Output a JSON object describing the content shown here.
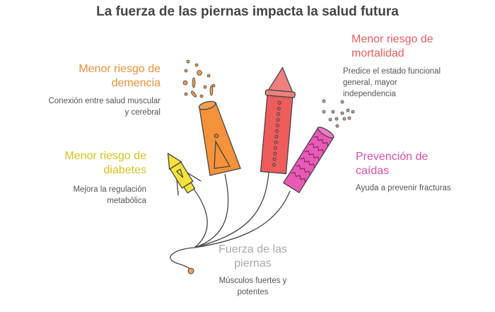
{
  "title": "La fuerza de las piernas impacta la salud futura",
  "items": [
    {
      "heading": "Menor riesgo de demencia",
      "desc": "Conexión entre salud muscular y cerebral",
      "color": "#E8923A"
    },
    {
      "heading": "Menor riesgo de diabetes",
      "desc": "Mejora la regulación metabólica",
      "color": "#D6C21C"
    },
    {
      "heading": "Menor riesgo de mortalidad",
      "desc": "Predice el estado funcional general, mayor independencia",
      "color": "#E85D5D"
    },
    {
      "heading": "Prevención de caídas",
      "desc": "Ayuda a prevenir fracturas",
      "color": "#D94FA8"
    }
  ],
  "center": {
    "heading": "Fuerza de las piernas",
    "desc": "Músculos fuertes y potentes",
    "color": "#AAAAAA"
  }
}
